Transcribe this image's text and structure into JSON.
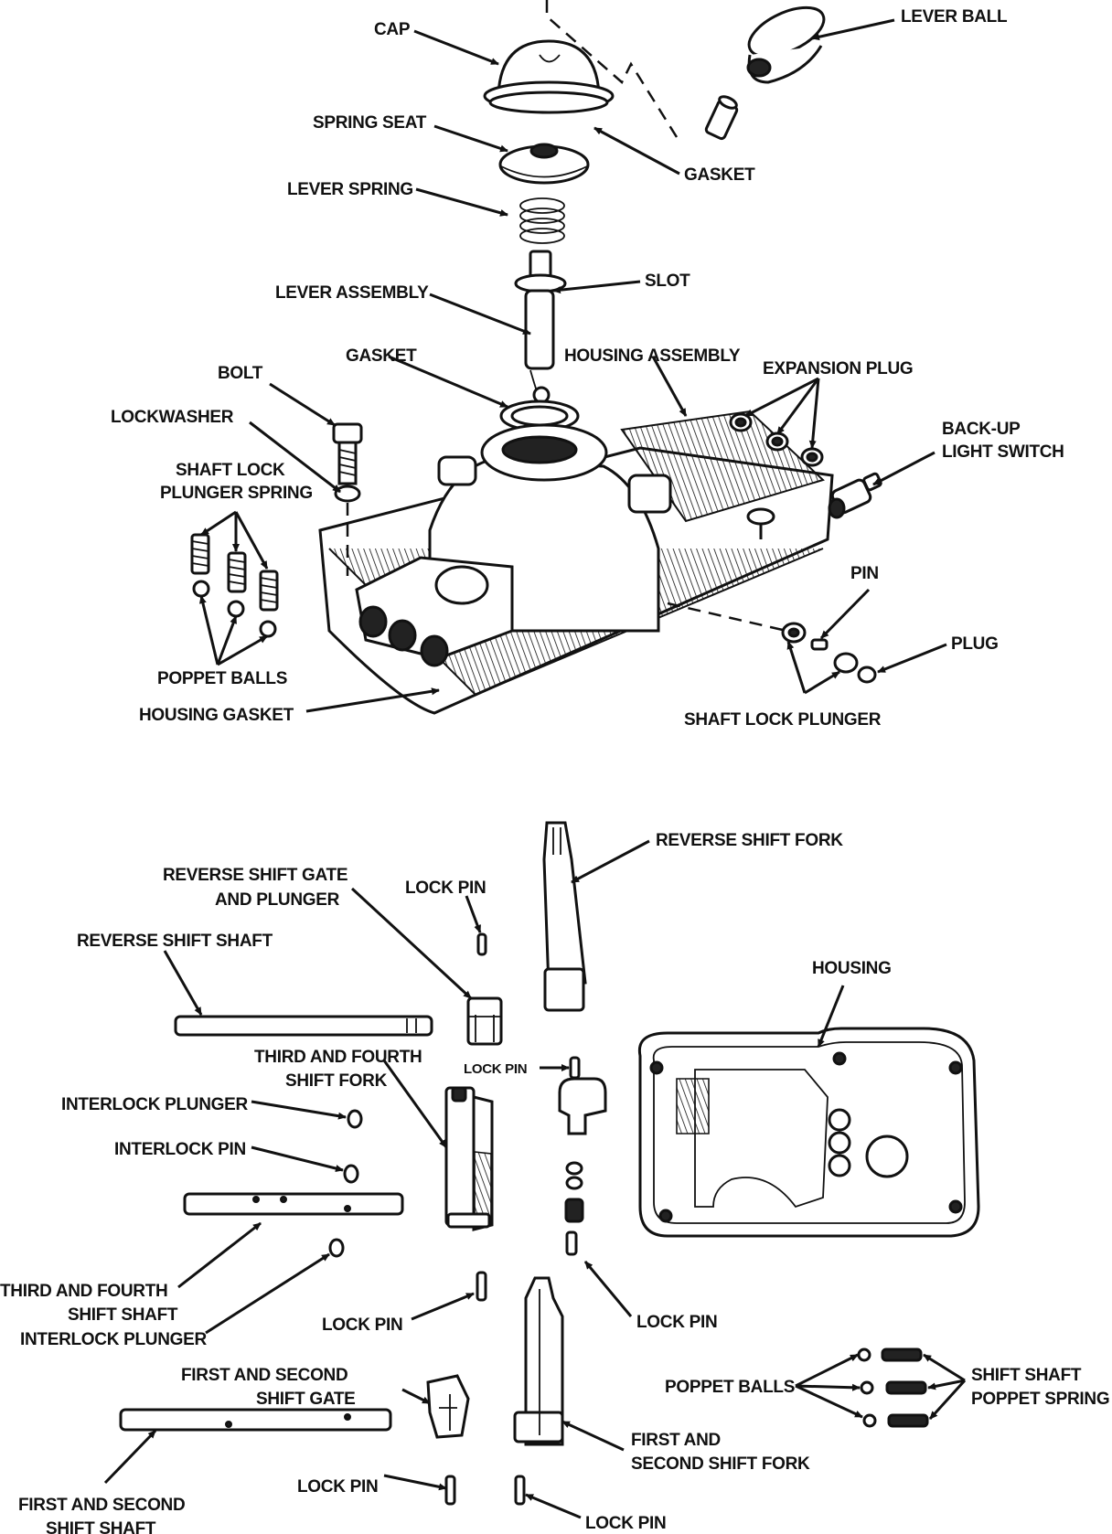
{
  "upper_assembly": {
    "cap": "CAP",
    "lever_ball": "LEVER BALL",
    "spring_seat": "SPRING SEAT",
    "gasket_top": "GASKET",
    "lever_spring": "LEVER SPRING",
    "slot": "SLOT",
    "lever_assembly": "LEVER ASSEMBLY",
    "gasket_mid": "GASKET",
    "housing_assembly": "HOUSING ASSEMBLY",
    "expansion_plug": "EXPANSION PLUG",
    "bolt": "BOLT",
    "lockwasher": "LOCKWASHER",
    "backup_switch_1": "BACK-UP",
    "backup_switch_2": "LIGHT SWITCH",
    "shaft_lock_spring_1": "SHAFT LOCK",
    "shaft_lock_spring_2": "PLUNGER SPRING",
    "pin": "PIN",
    "plug": "PLUG",
    "poppet_balls": "POPPET BALLS",
    "housing_gasket": "HOUSING GASKET",
    "shaft_lock_plunger": "SHAFT LOCK PLUNGER"
  },
  "lower_assembly": {
    "reverse_shift_fork": "REVERSE SHIFT FORK",
    "reverse_gate_1": "REVERSE SHIFT GATE",
    "reverse_gate_2": "AND PLUNGER",
    "lock_pin_top": "LOCK PIN",
    "reverse_shift_shaft": "REVERSE SHIFT SHAFT",
    "housing": "HOUSING",
    "third_fourth_fork_1": "THIRD AND FOURTH",
    "third_fourth_fork_2": "SHIFT FORK",
    "lock_pin_small": "LOCK PIN",
    "interlock_plunger": "INTERLOCK PLUNGER",
    "interlock_pin": "INTERLOCK PIN",
    "third_fourth_shaft_1": "THIRD AND FOURTH",
    "third_fourth_shaft_2": "SHIFT SHAFT",
    "interlock_plunger_2": "INTERLOCK PLUNGER",
    "lock_pin_mid_left": "LOCK PIN",
    "lock_pin_mid_right": "LOCK PIN",
    "first_second_gate_1": "FIRST AND SECOND",
    "first_second_gate_2": "SHIFT GATE",
    "poppet_balls": "POPPET BALLS",
    "poppet_spring_1": "SHIFT SHAFT",
    "poppet_spring_2": "POPPET SPRING",
    "first_second_fork_1": "FIRST AND",
    "first_second_fork_2": "SECOND SHIFT FORK",
    "lock_pin_bottom_left": "LOCK PIN",
    "first_second_shaft_1": "FIRST AND SECOND",
    "first_second_shaft_2": "SHIFT SHAFT",
    "lock_pin_bottom_right": "LOCK PIN"
  }
}
